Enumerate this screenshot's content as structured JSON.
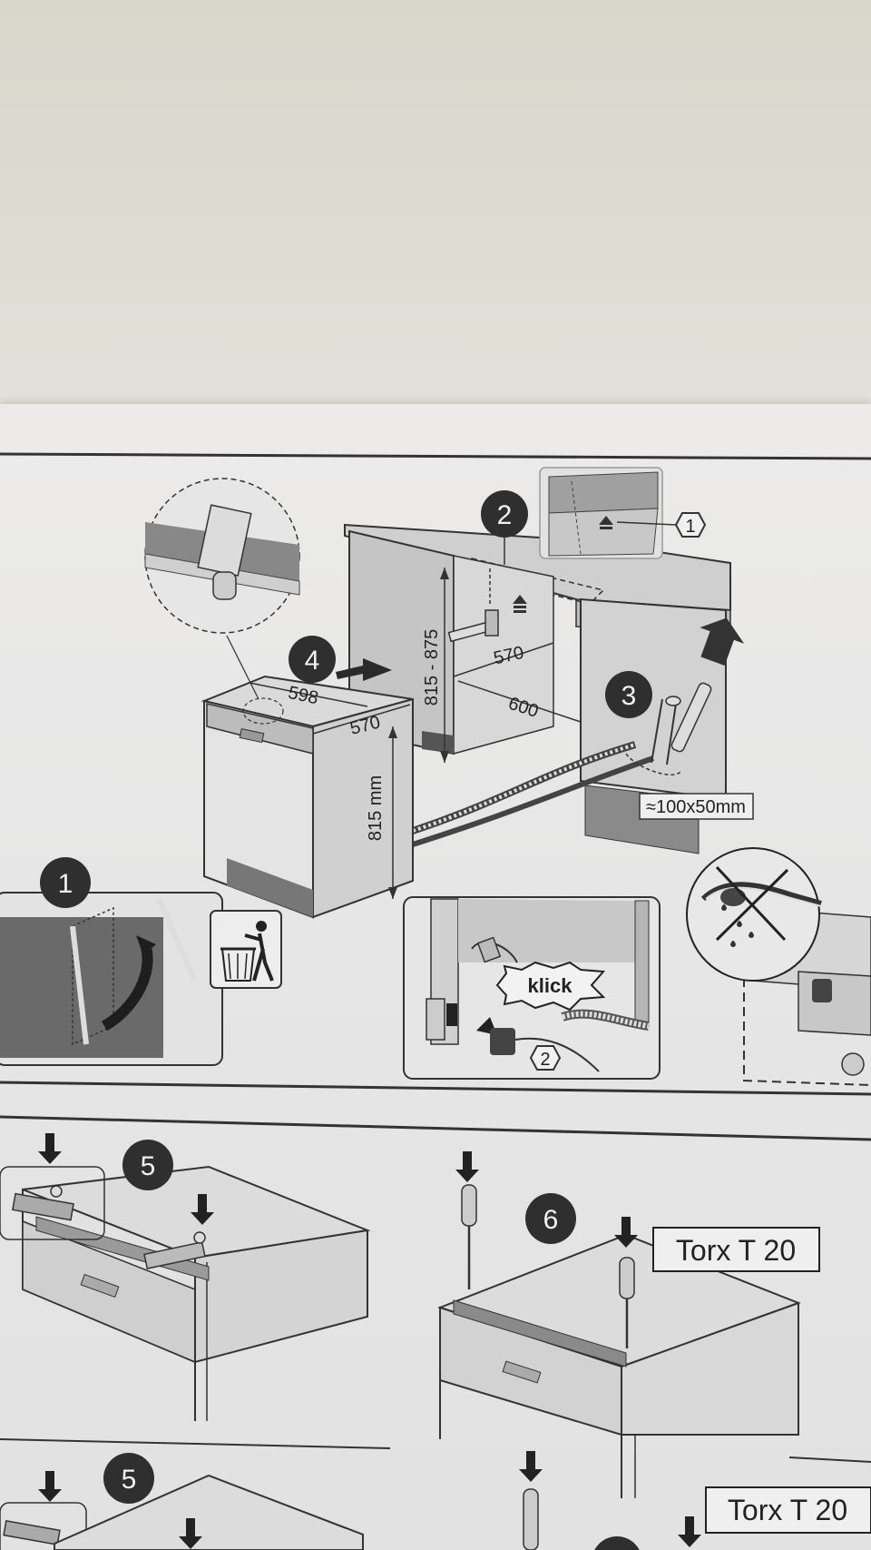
{
  "steps": {
    "step1": "1",
    "step2": "2",
    "step3": "3",
    "step4": "4",
    "step5": "5",
    "step5b": "5",
    "step6": "6"
  },
  "callouts": {
    "callout1": "1",
    "callout2": "2"
  },
  "dimensions": {
    "appliance_width": "598",
    "appliance_depth": "570",
    "appliance_height": "815 mm",
    "niche_height": "815 - 875",
    "niche_depth": "570",
    "niche_width": "600",
    "opening": "≈100x50mm"
  },
  "labels": {
    "klick": "klick",
    "torx_top": "Torx T 20",
    "torx_bottom": "Torx T 20"
  },
  "icons": {
    "trash": "trash-bin-icon",
    "no_water": "no-dripping-icon"
  }
}
